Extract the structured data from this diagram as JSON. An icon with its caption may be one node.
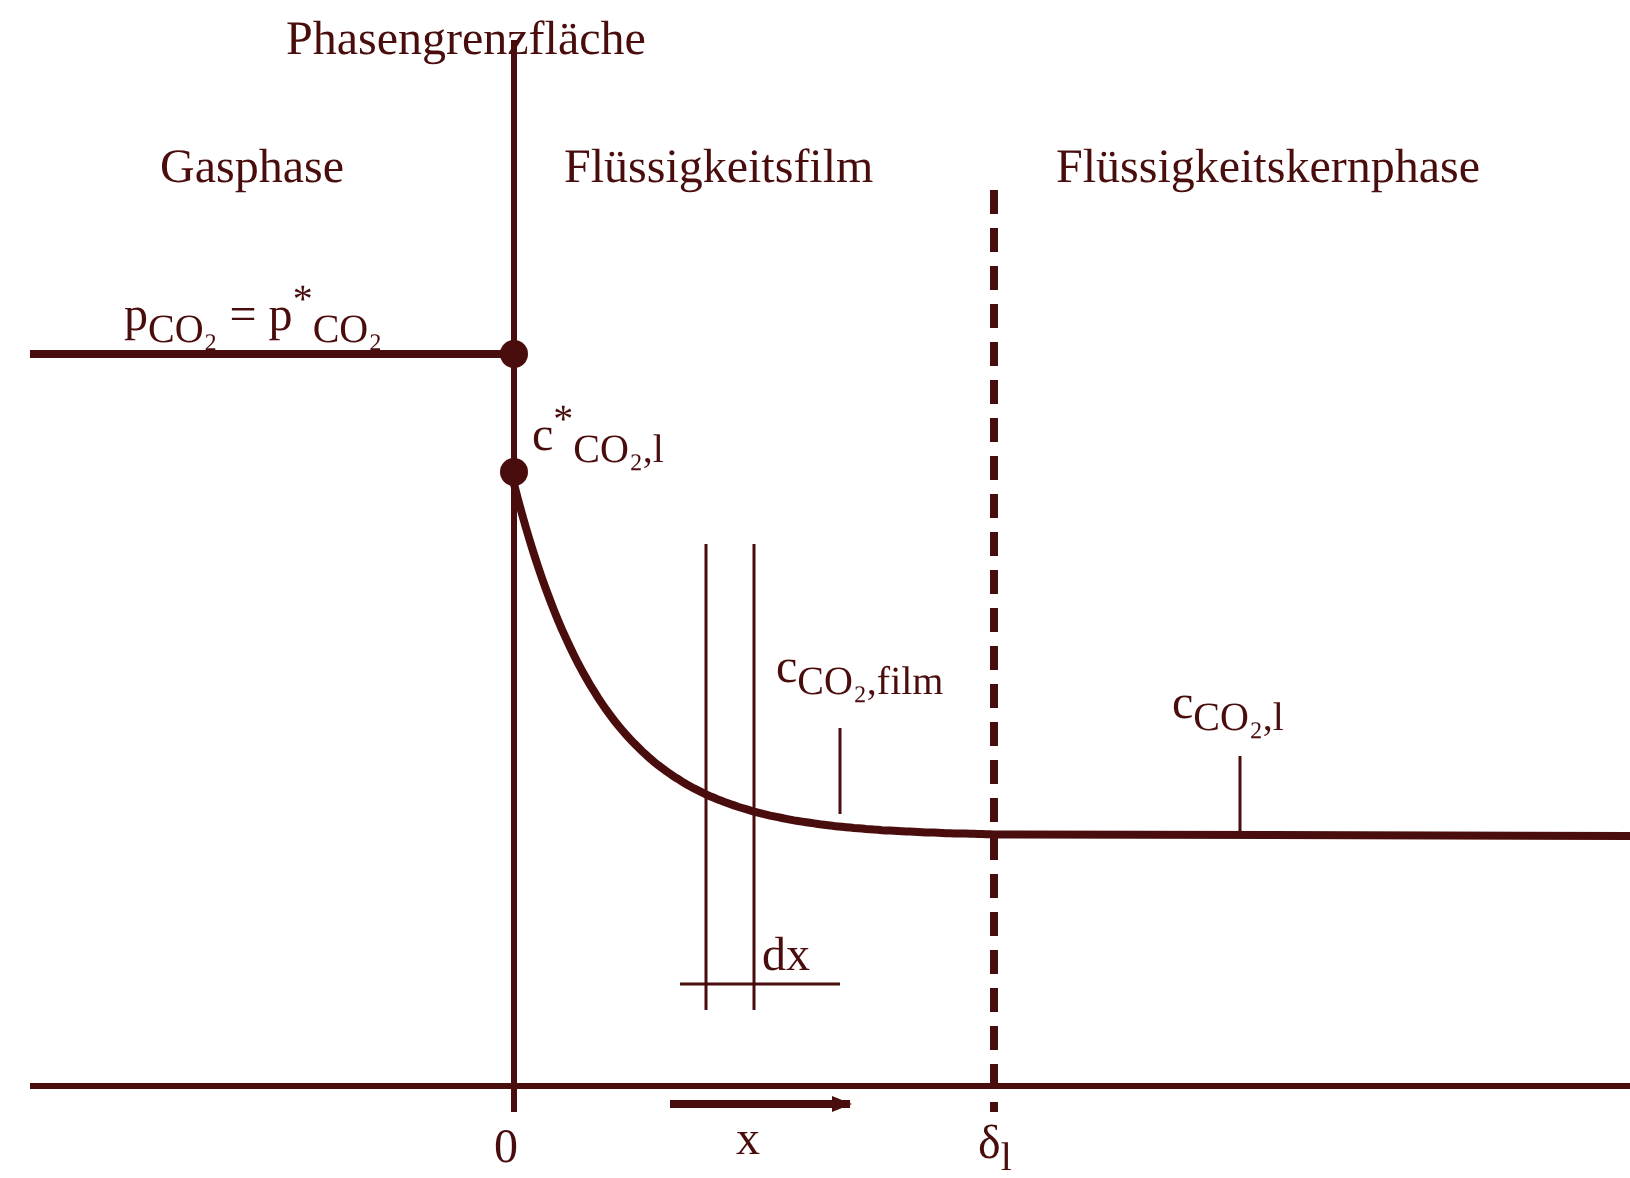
{
  "diagram": {
    "nodes": [
      {
        "text": [
          "c$_{CO₂,film}$"
        ]
      },
      {
        "text": [
          "c$_{CO₂,l}$"
        ]
      }
    ],
    "edges": [
      {
        "from": 0,
        "to": null,
        "arrow": "none"
      },
      {
        "from": 1,
        "to": null,
        "arrow": "none"
      }
    ],
    "labels": [
      "Phasengrenzfläche",
      "Gasphase",
      "Flüssigkeitsfilm",
      "Flüssigkeitskernphase",
      "p$_{CO₂}$ = p$^{*}$$_{CO₂}$",
      "c$^{*}$$_{CO₂,l}$",
      "dx",
      "0",
      "x",
      "δ$_{l}$"
    ]
  }
}
